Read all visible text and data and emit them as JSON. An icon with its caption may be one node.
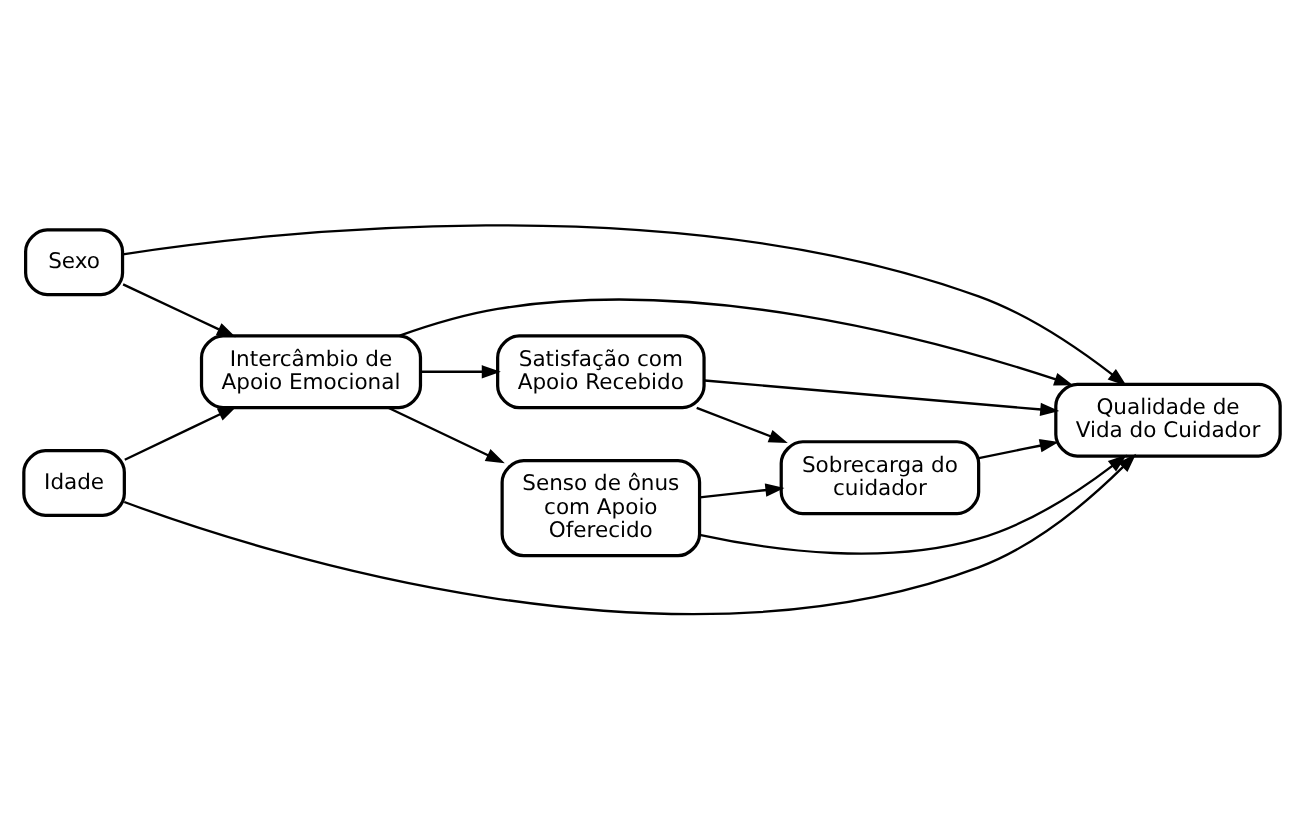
{
  "diagram": {
    "nodes": [
      {
        "text": [
          "Intercâmbio de Apoio Emocional"
        ]
      },
      {
        "text": [
          "Satisfação com Apoio Recebido"
        ]
      },
      {
        "text": [
          "Senso de ônus com Apoio Oferecido"
        ]
      },
      {
        "text": [
          "Sobrecarga do cuidador"
        ]
      },
      {
        "text": [
          "Sexo"
        ]
      },
      {
        "text": [
          "Idade"
        ]
      },
      {
        "text": [
          "Qualidade de Vida do Cuidador"
        ]
      }
    ],
    "edges": [
      {
        "from": 0,
        "to": 1,
        "arrow": "to"
      },
      {
        "from": 0,
        "to": 2,
        "arrow": "to"
      },
      {
        "from": 0,
        "to": 6,
        "arrow": "to"
      },
      {
        "from": 1,
        "to": 3,
        "arrow": "to"
      },
      {
        "from": 1,
        "to": 6,
        "arrow": "to"
      },
      {
        "from": 2,
        "to": 3,
        "arrow": "to"
      },
      {
        "from": 2,
        "to": 6,
        "arrow": "to"
      },
      {
        "from": 3,
        "to": 6,
        "arrow": "to"
      },
      {
        "from": 4,
        "to": 0,
        "arrow": "to"
      },
      {
        "from": 4,
        "to": 6,
        "arrow": "to"
      },
      {
        "from": 5,
        "to": 0,
        "arrow": "to"
      },
      {
        "from": 5,
        "to": 6,
        "arrow": "to"
      }
    ]
  }
}
